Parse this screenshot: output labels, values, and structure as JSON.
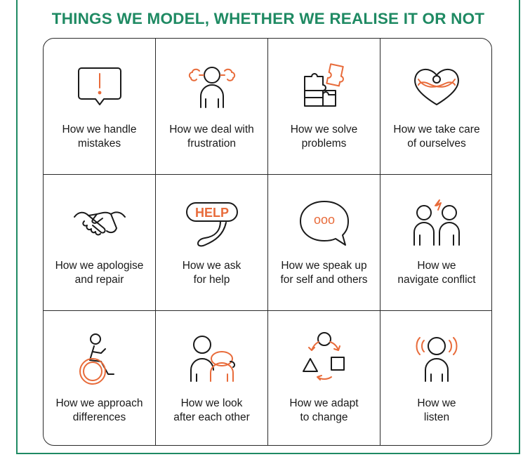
{
  "title": "THINGS WE MODEL, WHETHER WE REALISE IT OR NOT",
  "colors": {
    "accent_green": "#1f8a63",
    "accent_orange": "#e86b3a",
    "line": "#1a1a1a"
  },
  "items": [
    {
      "icon": "speech-bubble-exclamation-icon",
      "line1": "How we handle",
      "line2": "mistakes"
    },
    {
      "icon": "frustrated-person-icon",
      "line1": "How we deal with",
      "line2": "frustration"
    },
    {
      "icon": "puzzle-pieces-icon",
      "line1": "How we solve",
      "line2": "problems"
    },
    {
      "icon": "self-hug-heart-icon",
      "line1": "How we take care",
      "line2": "of ourselves"
    },
    {
      "icon": "handshake-icon",
      "line1": "How we apologise",
      "line2": "and repair"
    },
    {
      "icon": "help-sign-icon",
      "line1": "How we ask",
      "line2": "for help",
      "sign_text": "HELP"
    },
    {
      "icon": "speech-bubble-dots-icon",
      "line1": "How we speak up",
      "line2": "for self and others",
      "dots_text": "ooo"
    },
    {
      "icon": "two-people-conflict-icon",
      "line1": "How we",
      "line2": "navigate conflict"
    },
    {
      "icon": "wheelchair-user-icon",
      "line1": "How we approach",
      "line2": "differences"
    },
    {
      "icon": "people-caring-icon",
      "line1": "How we look",
      "line2": "after each other"
    },
    {
      "icon": "shapes-cycle-icon",
      "line1": "How we adapt",
      "line2": "to change"
    },
    {
      "icon": "listening-person-icon",
      "line1": "How we",
      "line2": "listen"
    }
  ]
}
